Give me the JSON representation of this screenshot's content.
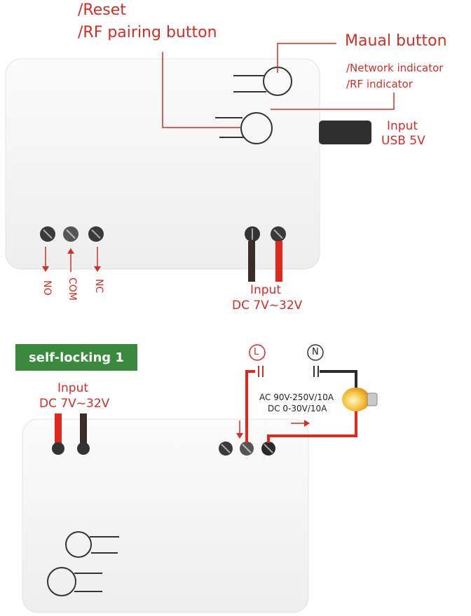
{
  "top_module": {
    "labels": {
      "reset": "/Reset",
      "rf_pairing": "/RF pairing button",
      "manual_button": "Maual button",
      "network_indicator": "/Network indicator",
      "rf_indicator": "/RF indicator",
      "usb_input_line1": "Input",
      "usb_input_line2": "USB 5V",
      "terminal_no": "NO",
      "terminal_com": "COM",
      "terminal_nc": "NC",
      "dc_input_line1": "Input",
      "dc_input_line2": "DC 7V~32V"
    }
  },
  "bottom_module": {
    "badge": "self-locking 1",
    "dc_input_line1": "Input",
    "dc_input_line2": "DC 7V~32V",
    "line_symbol": "L",
    "neutral_symbol": "N",
    "rating_line1": "AC 90V-250V/10A",
    "rating_line2": "DC 0-30V/10A"
  },
  "colors": {
    "label_red": "#c8322a",
    "wire_red": "#e0281c",
    "wire_black": "#2a2a2a",
    "badge_green": "#3a8a3e",
    "module_body": "#f7f7f7",
    "bulb": "#f5b51e"
  }
}
